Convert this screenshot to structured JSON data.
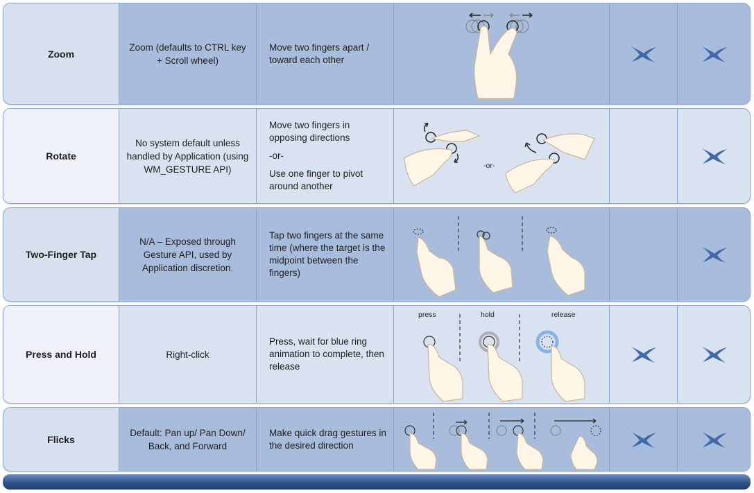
{
  "rows": [
    {
      "name": "Zoom",
      "default": "Zoom (defaults to CTRL key + Scroll wheel)",
      "action": [
        "Move two fingers apart / toward each other"
      ],
      "col5": "check-mark-icon",
      "col6": "check-mark-icon"
    },
    {
      "name": "Rotate",
      "default": "No system default unless handled by Application (using WM_GESTURE API)",
      "action": [
        "Move two fingers in opposing directions",
        "-or-",
        "Use one finger to pivot around another"
      ],
      "image_text": "-or-",
      "col6": "check-mark-icon"
    },
    {
      "name": "Two-Finger Tap",
      "default": "N/A – Exposed through Gesture API, used by Application discretion.",
      "action": [
        "Tap two fingers at the same time (where the target is the midpoint between the fingers)"
      ],
      "col6": "check-mark-icon"
    },
    {
      "name": "Press and Hold",
      "default": "Right-click",
      "action": [
        "Press, wait for blue ring animation to complete, then release"
      ],
      "image_labels": [
        "press",
        "hold",
        "release"
      ],
      "col5": "check-mark-icon",
      "col6": "check-mark-icon"
    },
    {
      "name": "Flicks",
      "default": "Default: Pan up/ Pan Down/ Back, and Forward",
      "action": [
        "Make quick drag gestures in the desired direction"
      ],
      "col5": "check-mark-icon",
      "col6": "check-mark-icon"
    }
  ],
  "colors": {
    "dark_row": "#a8bcdc",
    "light_row": "#d9e2f0",
    "check": "#3f69a8",
    "bottom_bar": "#2c4f86"
  }
}
